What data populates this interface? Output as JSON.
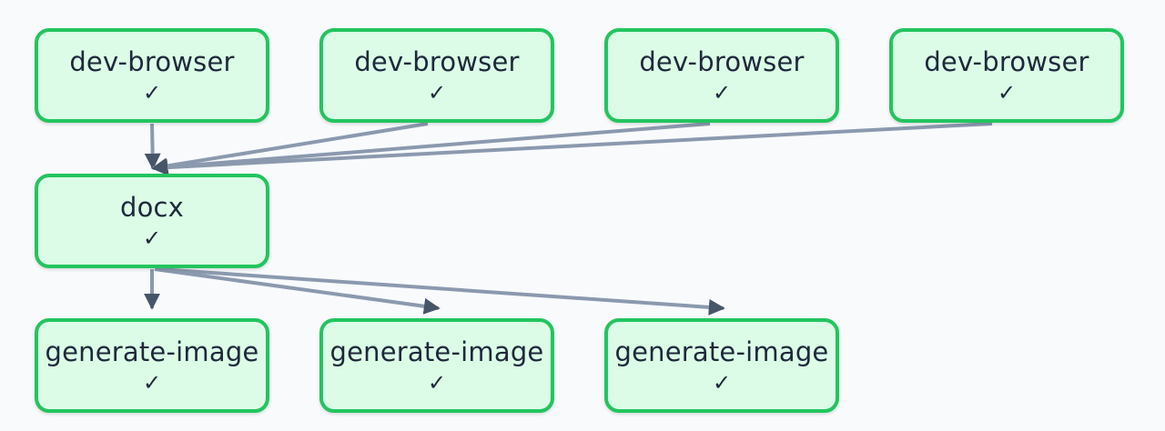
{
  "diagram": {
    "nodes": [
      {
        "id": "n0",
        "label": "dev-browser",
        "status": "✓"
      },
      {
        "id": "n1",
        "label": "dev-browser",
        "status": "✓"
      },
      {
        "id": "n2",
        "label": "dev-browser",
        "status": "✓"
      },
      {
        "id": "n3",
        "label": "dev-browser",
        "status": "✓"
      },
      {
        "id": "n4",
        "label": "docx",
        "status": "✓"
      },
      {
        "id": "n5",
        "label": "generate-image",
        "status": "✓"
      },
      {
        "id": "n6",
        "label": "generate-image",
        "status": "✓"
      },
      {
        "id": "n7",
        "label": "generate-image",
        "status": "✓"
      }
    ],
    "edges": [
      {
        "from": "n0",
        "to": "n4"
      },
      {
        "from": "n1",
        "to": "n4"
      },
      {
        "from": "n2",
        "to": "n4"
      },
      {
        "from": "n3",
        "to": "n4"
      },
      {
        "from": "n4",
        "to": "n5"
      },
      {
        "from": "n4",
        "to": "n6"
      },
      {
        "from": "n4",
        "to": "n7"
      }
    ],
    "colors": {
      "node_border": "#22c55e",
      "node_fill": "#dcfce7",
      "edge_line": "#8b99ae",
      "arrowhead": "#475569",
      "text": "#1e293b",
      "background": "#f8fafc"
    }
  }
}
